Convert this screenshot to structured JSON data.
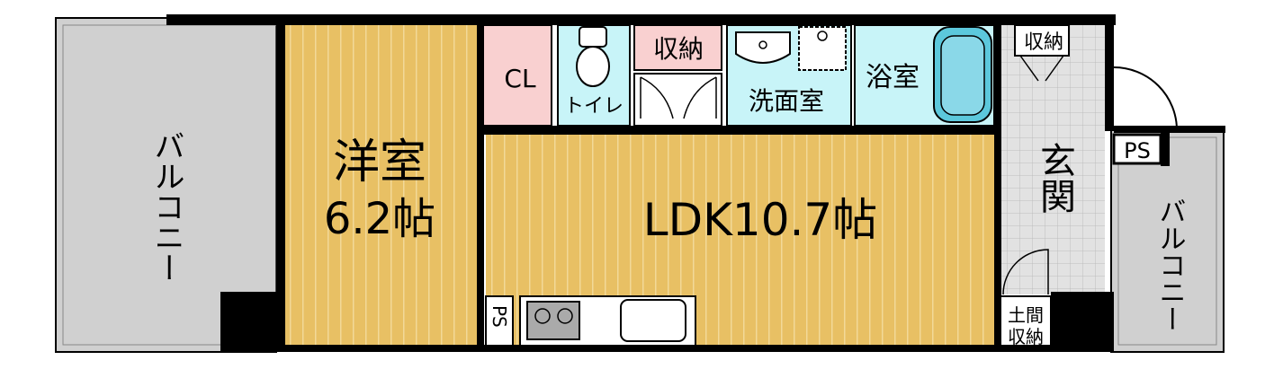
{
  "rooms": {
    "balcony_left": "バルコニー",
    "western_room": "洋室",
    "western_room_size": "6.2帖",
    "closet": "CL",
    "toilet": "トイレ",
    "storage_upper": "収納",
    "washroom": "洗面室",
    "bathroom": "浴室",
    "storage_entrance": "収納",
    "ldk": "LDK10.7帖",
    "entrance": "玄関",
    "ps_right": "PS",
    "balcony_right": "バルコニー",
    "ps_kitchen": "PS",
    "doma_storage": "土間\n収納"
  },
  "colors": {
    "wood_floor": "#e8c064",
    "wood_line": "#f2d998",
    "balcony": "#d0d0d0",
    "closet": "#f9d0d0",
    "wet_area": "#c8f4f8",
    "entrance_tile": "#dcdcdc",
    "wall": "#000000"
  }
}
